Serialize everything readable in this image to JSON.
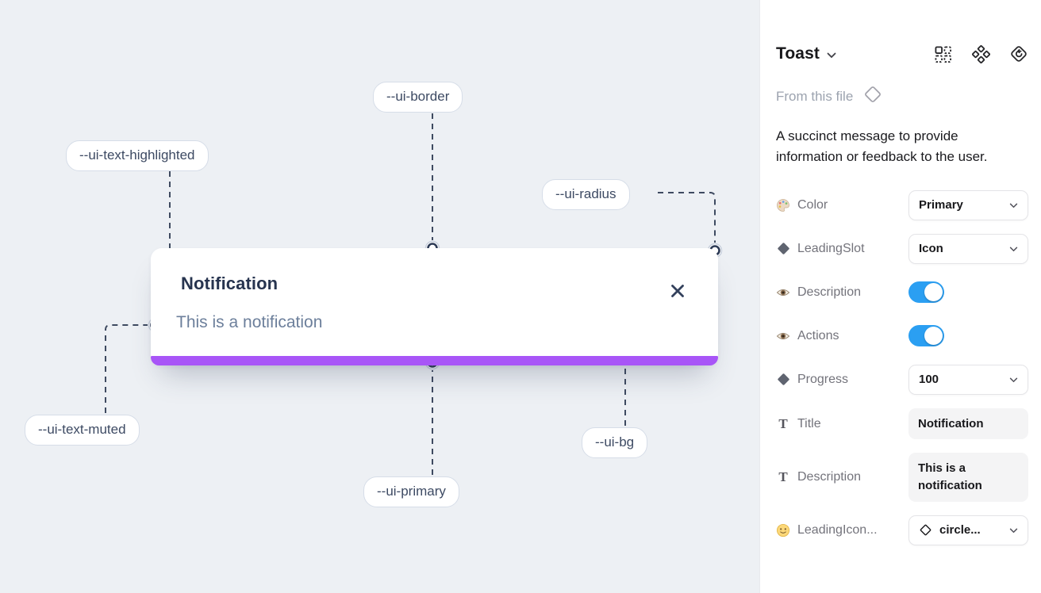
{
  "canvas": {
    "variable_labels": [
      {
        "text": "--ui-text-highlighted"
      },
      {
        "text": "--ui-border"
      },
      {
        "text": "--ui-radius"
      },
      {
        "text": "--ui-text-muted"
      },
      {
        "text": "--ui-primary"
      },
      {
        "text": "--ui-bg"
      }
    ],
    "toast": {
      "title": "Notification",
      "description": "This is a notification"
    }
  },
  "panel": {
    "title": "Toast",
    "source_label": "From this file",
    "description": "A succinct message to provide information or feedback to the user.",
    "text_icon_glyph": "T",
    "properties": [
      {
        "label": "Color",
        "icon": "palette-icon",
        "control": "select",
        "value": "Primary"
      },
      {
        "label": "LeadingSlot",
        "icon": "diamond-icon",
        "control": "select",
        "value": "Icon"
      },
      {
        "label": "Description",
        "icon": "eye-icon",
        "control": "toggle",
        "value": "on"
      },
      {
        "label": "Actions",
        "icon": "eye-icon",
        "control": "toggle",
        "value": "on"
      },
      {
        "label": "Progress",
        "icon": "diamond-icon",
        "control": "select",
        "value": "100"
      },
      {
        "label": "Title",
        "icon": "text-icon",
        "control": "text",
        "value": "Notification"
      },
      {
        "label": "Description",
        "icon": "text-icon",
        "control": "text",
        "value": "This is a notification"
      },
      {
        "label": "LeadingIcon...",
        "icon": "smiley-icon",
        "control": "icon-select",
        "value": "circle..."
      }
    ]
  },
  "colors": {
    "primary": "#a855f7",
    "toggle_on": "#2b9ff2",
    "canvas_bg": "#edf0f4"
  }
}
